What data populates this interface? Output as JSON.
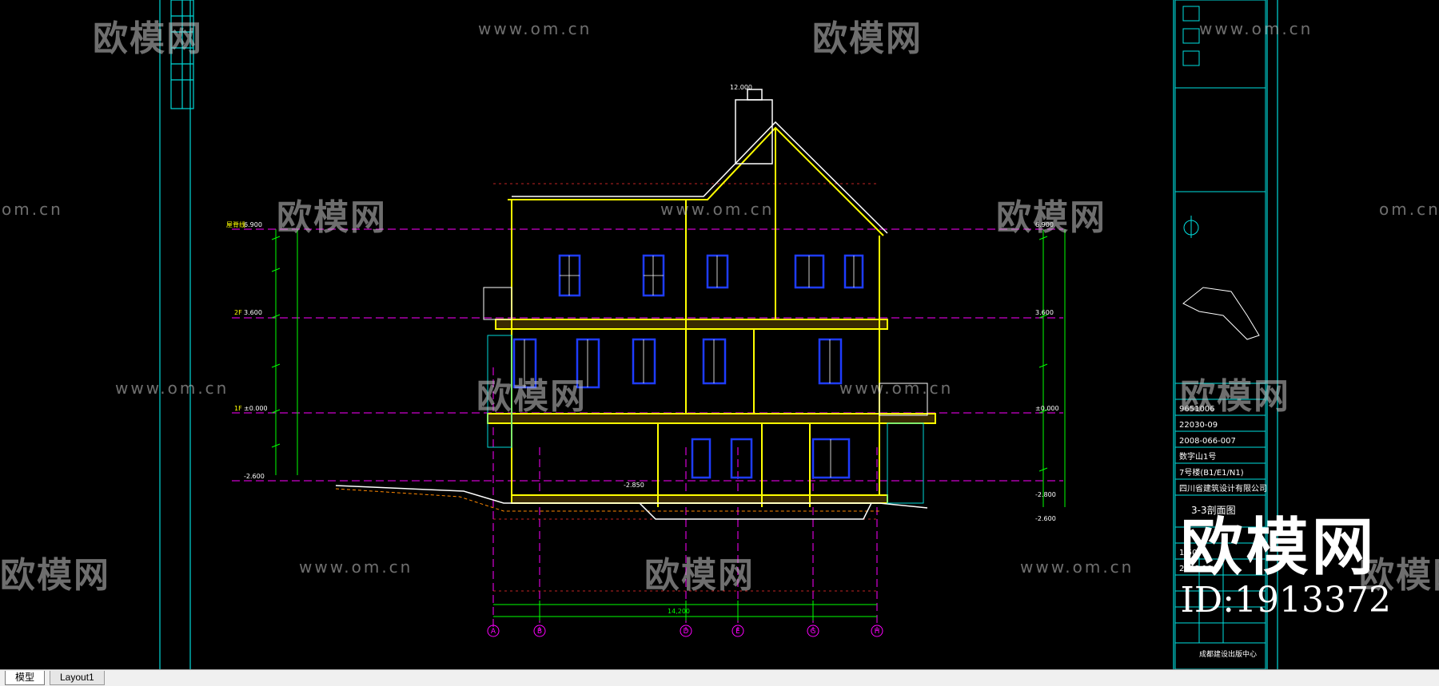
{
  "app": {
    "tabs": [
      {
        "label": "模型",
        "active": true
      },
      {
        "label": "Layout1",
        "active": false
      }
    ]
  },
  "watermark": {
    "logo_text": "欧模网",
    "url_text": "www.om.cn",
    "url_short": "om.cn",
    "big_logo": "欧模网",
    "id_text": "ID:1913372"
  },
  "drawing": {
    "level_labels": [
      "6.900",
      "3.600",
      "±0.000",
      "-2.600"
    ],
    "ridge_label": "12.000",
    "level_prefix_left": [
      "屋脊线",
      "2F",
      "1F"
    ],
    "right_level_labels": [
      "6.900",
      "3.600",
      "±0.000",
      "-2.800",
      "-2.600"
    ],
    "axis_labels": [
      "A",
      "B",
      "D",
      "E",
      "G",
      "H"
    ],
    "dimension_total": "14,200",
    "floor_note": "-2.850",
    "colors": {
      "structure": "#ffff00",
      "outline": "#ffffff",
      "windows": "#1e3cff",
      "axis": "#ff00ff",
      "dimension": "#00ff00",
      "grid": "#ff4444",
      "frame": "#00d8d8",
      "hatch": "#ff8800",
      "title_block": "#00e0e0"
    }
  },
  "title_block": {
    "rows": [
      "9651006",
      "22030-09",
      "2008-066-007",
      "数字山1号",
      "7号楼(B1/E1/N1)",
      "四川省建筑设计有限公司",
      "3-3剖面图",
      "1:50",
      "2008.10"
    ],
    "footer": "成都建设出版中心"
  }
}
